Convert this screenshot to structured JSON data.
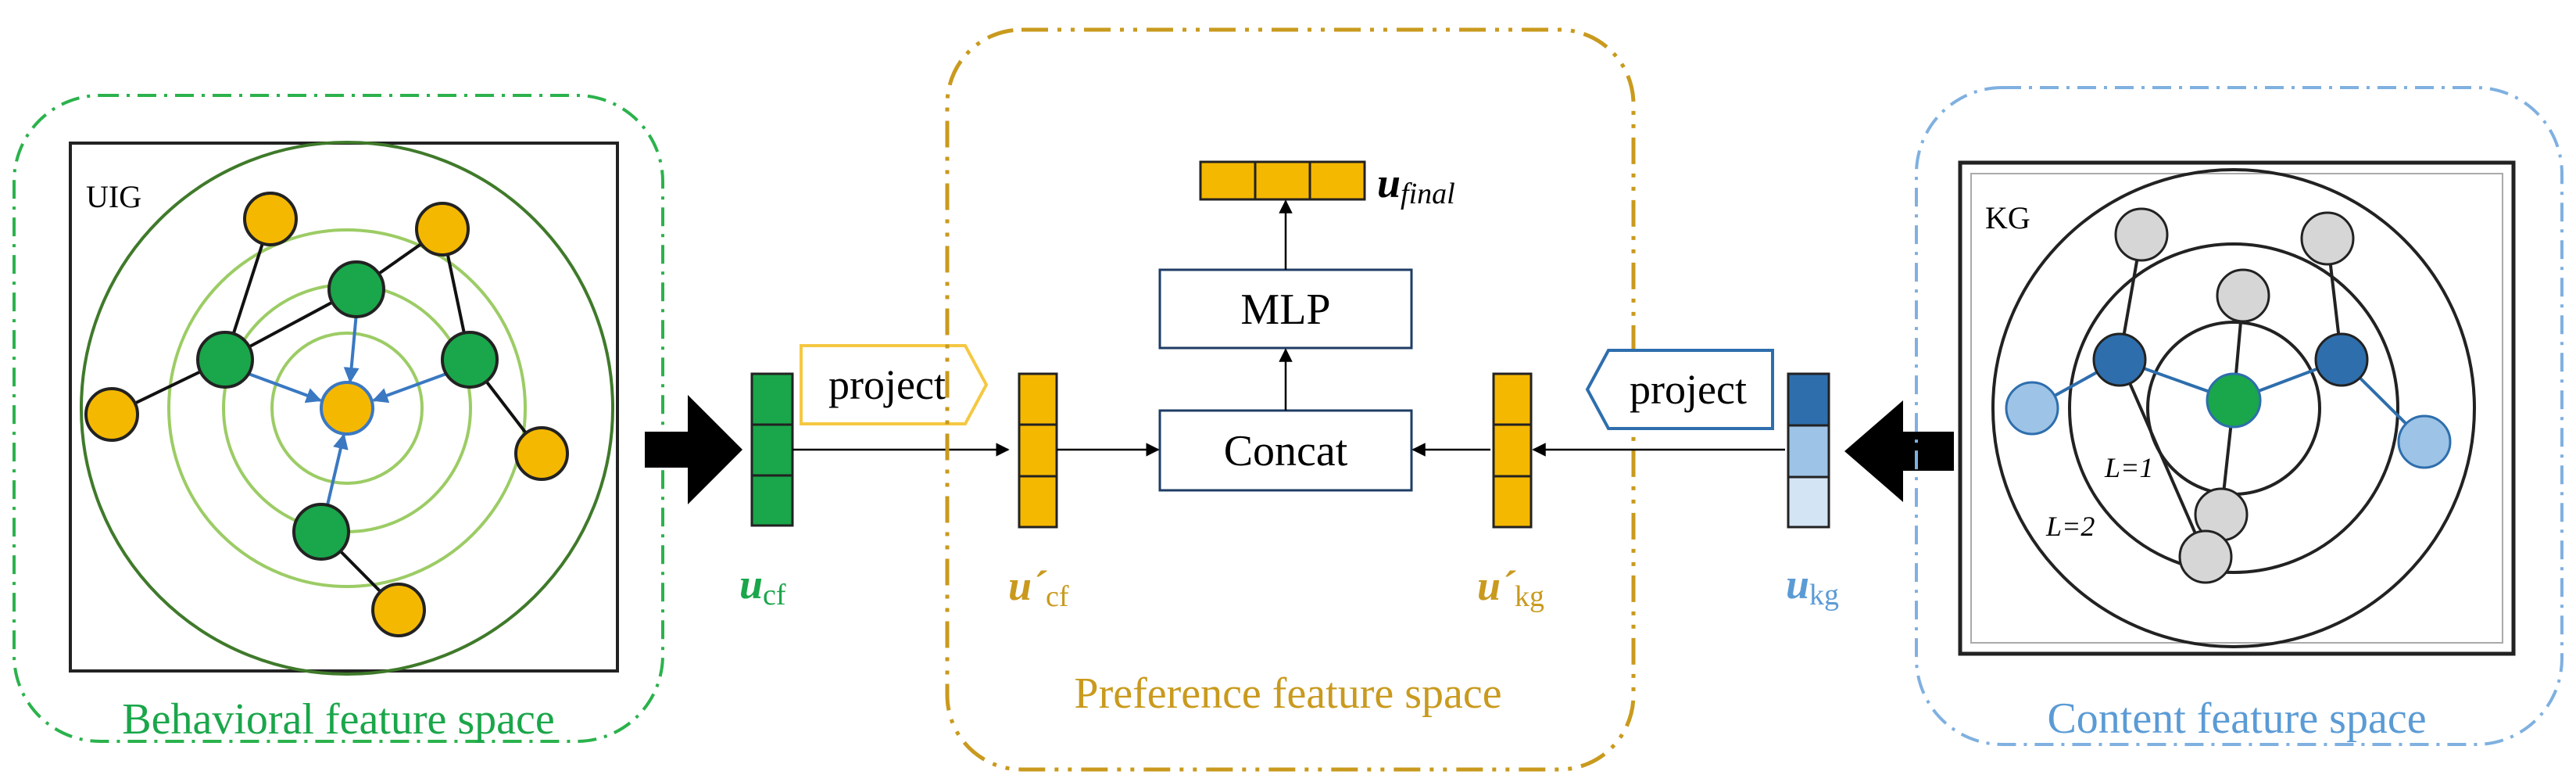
{
  "left_panel": {
    "caption": "Behavioral feature space",
    "graph_label": "UIG"
  },
  "middle_panel": {
    "caption": "Preference feature space",
    "mlp_label": "MLP",
    "concat_label": "Concat",
    "final_vector": {
      "symbol": "u",
      "subscript": "final"
    }
  },
  "right_panel": {
    "caption": "Content feature space",
    "graph_label": "KG",
    "ring_labels": [
      "L=1",
      "L=2"
    ]
  },
  "project_left": "project",
  "project_right": "project",
  "vectors": {
    "u_cf": {
      "symbol": "u",
      "subscript": "cf"
    },
    "u_prime_cf": {
      "symbol": "u´",
      "subscript": "cf"
    },
    "u_prime_kg": {
      "symbol": "u´",
      "subscript": "kg"
    },
    "u_kg": {
      "symbol": "u",
      "subscript": "kg"
    }
  },
  "colors": {
    "green": "#1aa64a",
    "orange": "#f5b800",
    "blue_dark": "#2e6ead",
    "blue_light": "#9dc3e6",
    "gray_node": "#d6d6d6",
    "behavioral_border": "#2bb24c",
    "preference_border": "#c99a1e",
    "content_border": "#7fb0e0"
  }
}
